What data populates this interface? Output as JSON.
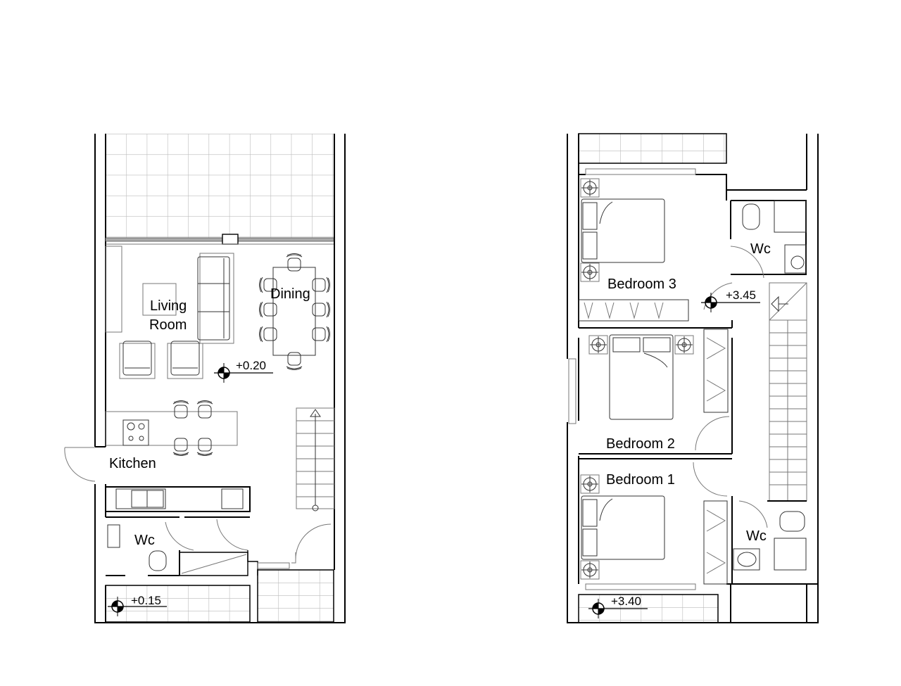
{
  "plans": {
    "ground_floor": {
      "rooms": {
        "living_line1": "Living",
        "living_line2": "Room",
        "dining": "Dining",
        "kitchen": "Kitchen",
        "wc": "Wc"
      },
      "levels": {
        "main": "+0.20",
        "entry": "+0.15"
      }
    },
    "first_floor": {
      "rooms": {
        "bedroom3": "Bedroom 3",
        "bedroom2": "Bedroom 2",
        "bedroom1": "Bedroom 1",
        "wc_top": "Wc",
        "wc_bottom": "Wc"
      },
      "levels": {
        "landing": "+3.45",
        "balcony": "+3.40"
      }
    }
  }
}
